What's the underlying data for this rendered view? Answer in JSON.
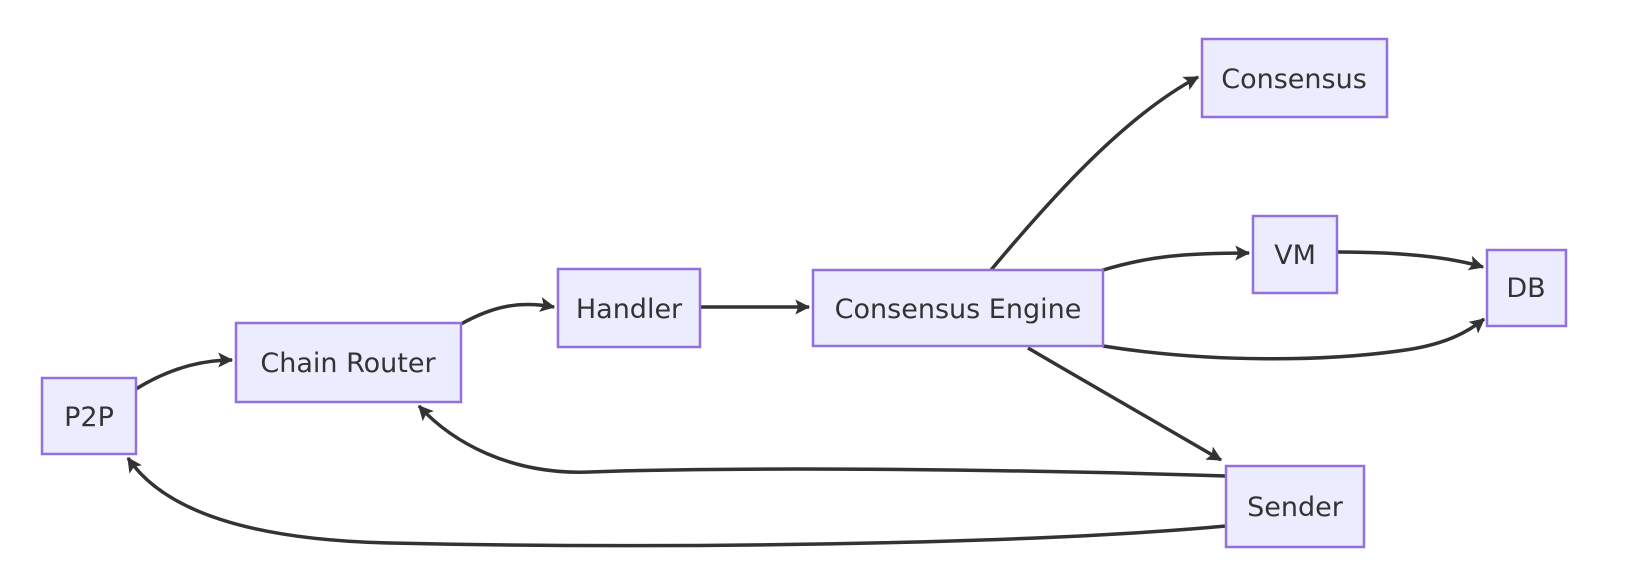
{
  "diagram": {
    "type": "flowchart",
    "direction": "left-to-right",
    "colors": {
      "background": "#FFFFFF",
      "node_fill": "#ECECFF",
      "node_border": "#9370DB",
      "edge_stroke": "#333333",
      "label_text": "#333333"
    },
    "nodes": [
      {
        "id": "p2p",
        "label": "P2P"
      },
      {
        "id": "chain_router",
        "label": "Chain Router"
      },
      {
        "id": "handler",
        "label": "Handler"
      },
      {
        "id": "consensus_engine",
        "label": "Consensus Engine"
      },
      {
        "id": "consensus",
        "label": "Consensus"
      },
      {
        "id": "vm",
        "label": "VM"
      },
      {
        "id": "db",
        "label": "DB"
      },
      {
        "id": "sender",
        "label": "Sender"
      }
    ],
    "edges": [
      {
        "from": "P2P",
        "to": "Chain Router"
      },
      {
        "from": "Chain Router",
        "to": "Handler"
      },
      {
        "from": "Handler",
        "to": "Consensus Engine"
      },
      {
        "from": "Consensus Engine",
        "to": "Consensus"
      },
      {
        "from": "Consensus Engine",
        "to": "VM"
      },
      {
        "from": "VM",
        "to": "DB"
      },
      {
        "from": "Consensus Engine",
        "to": "DB"
      },
      {
        "from": "Consensus Engine",
        "to": "Sender"
      },
      {
        "from": "Sender",
        "to": "Chain Router"
      },
      {
        "from": "Sender",
        "to": "P2P"
      }
    ]
  }
}
